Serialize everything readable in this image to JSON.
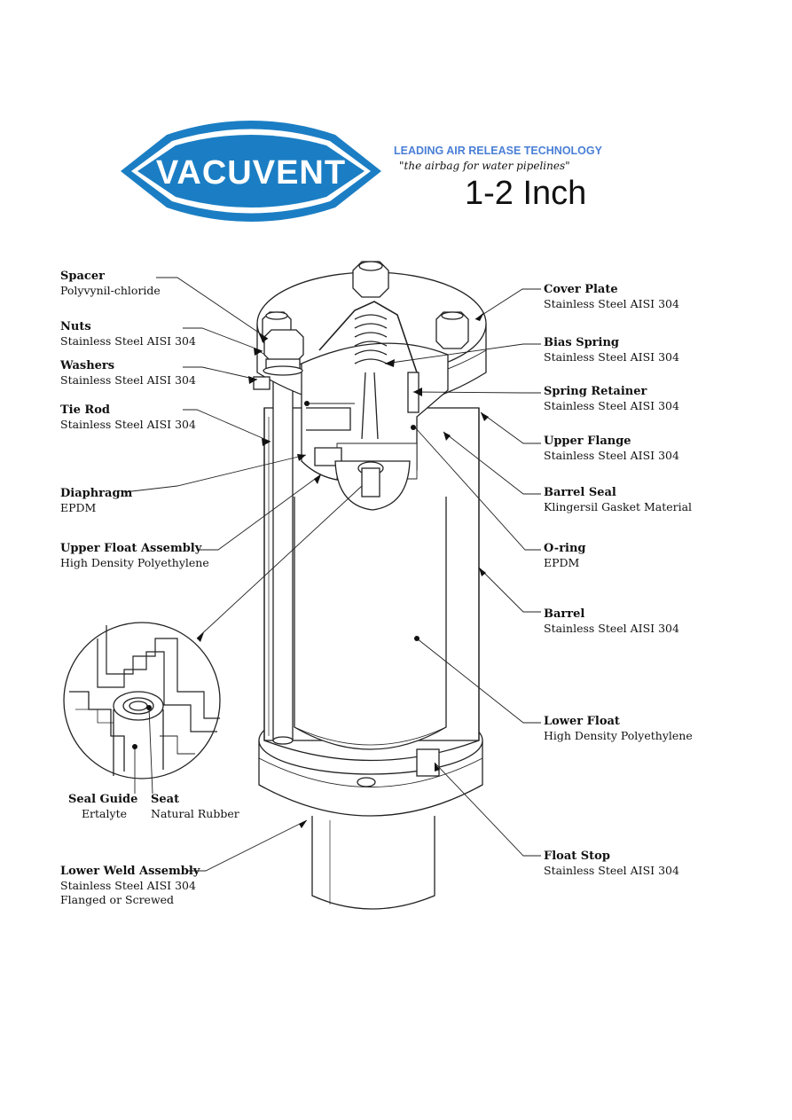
{
  "logo": {
    "text": "VACUVENT",
    "color": "#1b7ec4"
  },
  "header": {
    "tagline": "LEADING AIR RELEASE TECHNOLOGY",
    "slogan": "\"the airbag for water pipelines\"",
    "size": "1-2 Inch"
  },
  "labels": {
    "spacer": {
      "name": "Spacer",
      "material": "Polyvynil-chloride"
    },
    "nuts": {
      "name": "Nuts",
      "material": "Stainless Steel AISI 304"
    },
    "washers": {
      "name": "Washers",
      "material": "Stainless Steel AISI 304"
    },
    "tie_rod": {
      "name": "Tie Rod",
      "material": "Stainless Steel AISI 304"
    },
    "diaphragm": {
      "name": "Diaphragm",
      "material": "EPDM"
    },
    "upper_float": {
      "name": "Upper Float Assembly",
      "material": "High Density Polyethylene"
    },
    "seal_guide": {
      "name": "Seal Guide",
      "material": "Ertalyte"
    },
    "seat": {
      "name": "Seat",
      "material": "Natural Rubber"
    },
    "lower_weld": {
      "name": "Lower Weld Assembly",
      "material": "Stainless Steel AISI 304",
      "note": "Flanged or Screwed"
    },
    "cover_plate": {
      "name": "Cover Plate",
      "material": "Stainless Steel AISI 304"
    },
    "bias_spring": {
      "name": "Bias Spring",
      "material": "Stainless Steel AISI 304"
    },
    "spring_retainer": {
      "name": "Spring Retainer",
      "material": "Stainless Steel AISI 304"
    },
    "upper_flange": {
      "name": "Upper Flange",
      "material": "Stainless Steel AISI 304"
    },
    "barrel_seal": {
      "name": "Barrel Seal",
      "material": "Klingersil Gasket Material"
    },
    "o_ring": {
      "name": "O-ring",
      "material": "EPDM"
    },
    "barrel": {
      "name": "Barrel",
      "material": "Stainless Steel AISI 304"
    },
    "lower_float": {
      "name": "Lower Float",
      "material": "High Density Polyethylene"
    },
    "float_stop": {
      "name": "Float Stop",
      "material": "Stainless Steel AISI 304"
    }
  }
}
